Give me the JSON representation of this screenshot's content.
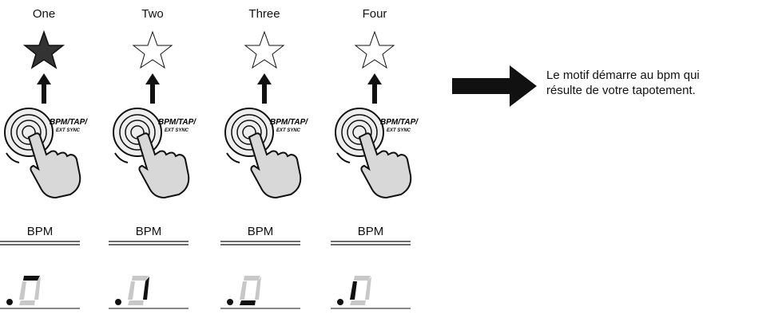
{
  "steps": [
    {
      "label": "One",
      "star": "filled-star-icon",
      "button_text": "BPM/TAP/",
      "button_subtext": "EXT SYNC",
      "bpm_label": "BPM",
      "display_segment": "top"
    },
    {
      "label": "Two",
      "star": "outline-star-icon",
      "button_text": "BPM/TAP/",
      "button_subtext": "EXT SYNC",
      "bpm_label": "BPM",
      "display_segment": "right"
    },
    {
      "label": "Three",
      "star": "outline-star-icon",
      "button_text": "BPM/TAP/",
      "button_subtext": "EXT SYNC",
      "bpm_label": "BPM",
      "display_segment": "bottom"
    },
    {
      "label": "Four",
      "star": "outline-star-icon",
      "button_text": "BPM/TAP/",
      "button_subtext": "EXT SYNC",
      "bpm_label": "BPM",
      "display_segment": "left"
    }
  ],
  "result": {
    "text": "Le motif démarre au bpm qui\nrésulte de votre tapotement.",
    "arrow": "right-arrow-icon"
  },
  "colors": {
    "ink": "#111111",
    "star_fill": "#333333",
    "segment_dim": "#c8c8c8",
    "segment_lit": "#111111",
    "hand_fill": "#d8d8d8"
  }
}
